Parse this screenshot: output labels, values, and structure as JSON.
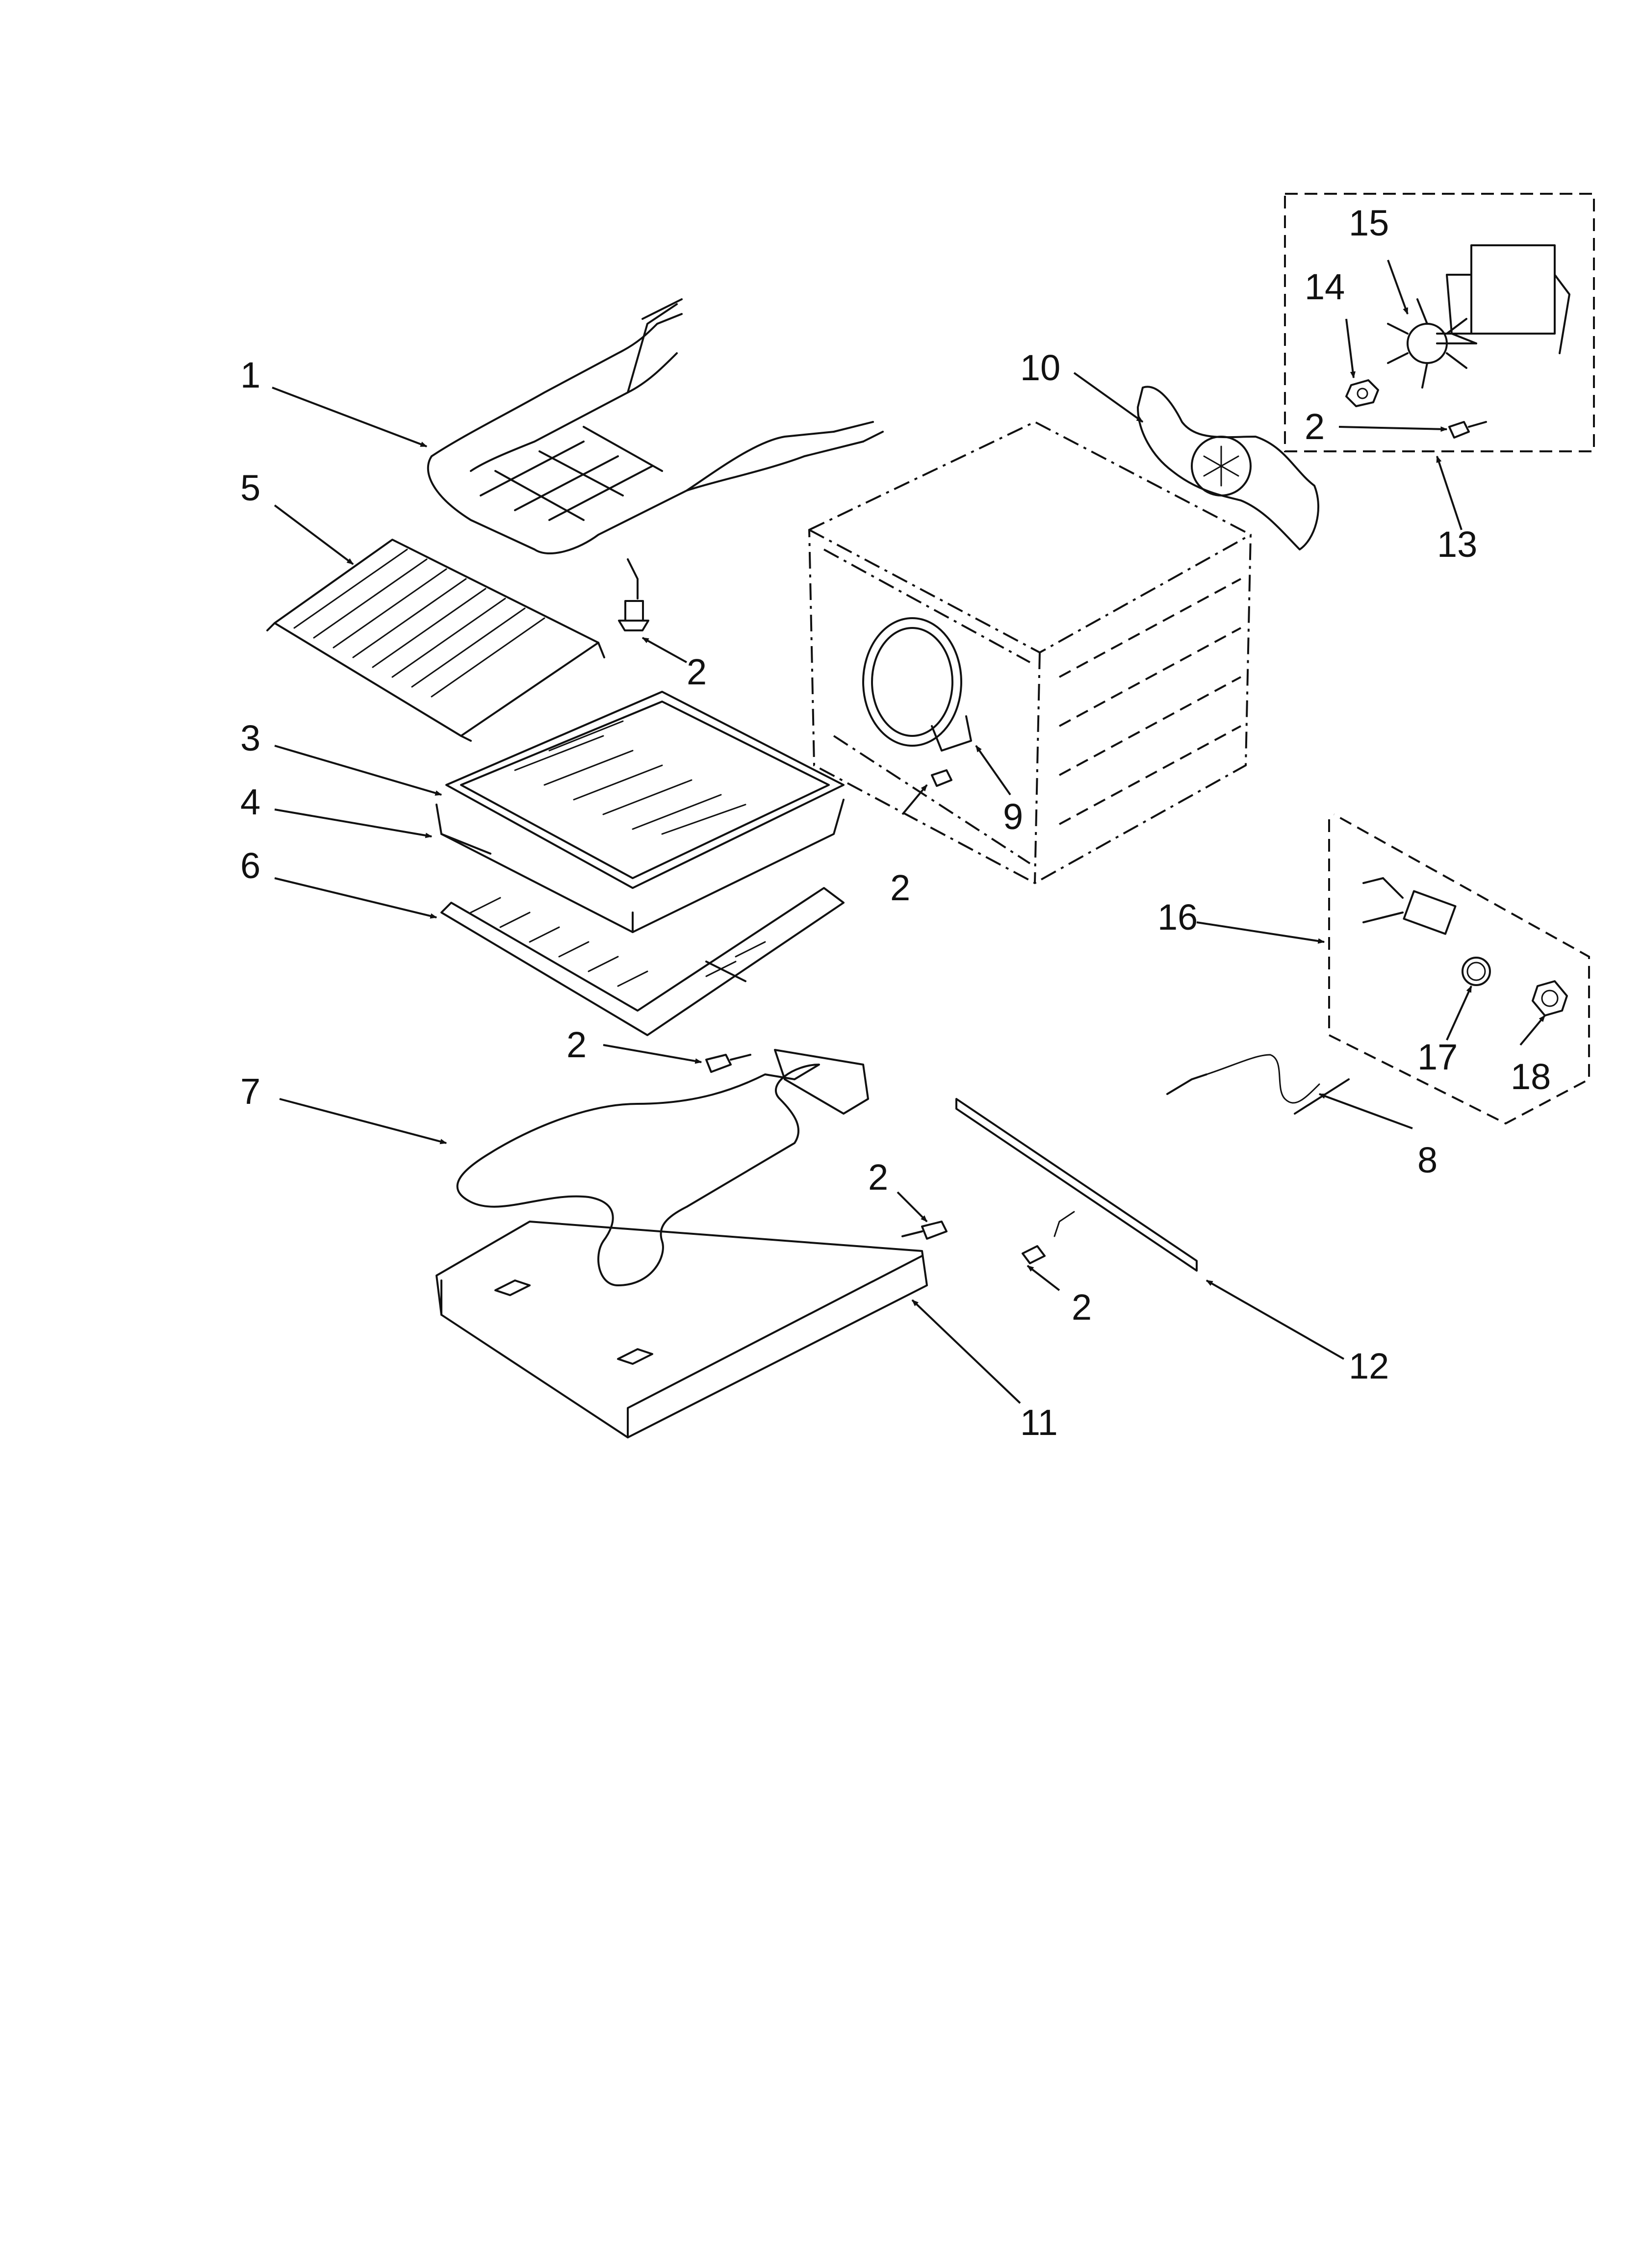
{
  "callouts": {
    "c1": "1",
    "c2a": "2",
    "c2b": "2",
    "c2c": "2",
    "c2d": "2",
    "c2e": "2",
    "c2f": "2",
    "c3": "3",
    "c4": "4",
    "c5": "5",
    "c6": "6",
    "c7": "7",
    "c8": "8",
    "c9": "9",
    "c10": "10",
    "c11": "11",
    "c12": "12",
    "c13": "13",
    "c14": "14",
    "c15": "15",
    "c16": "16",
    "c17": "17",
    "c18": "18"
  }
}
